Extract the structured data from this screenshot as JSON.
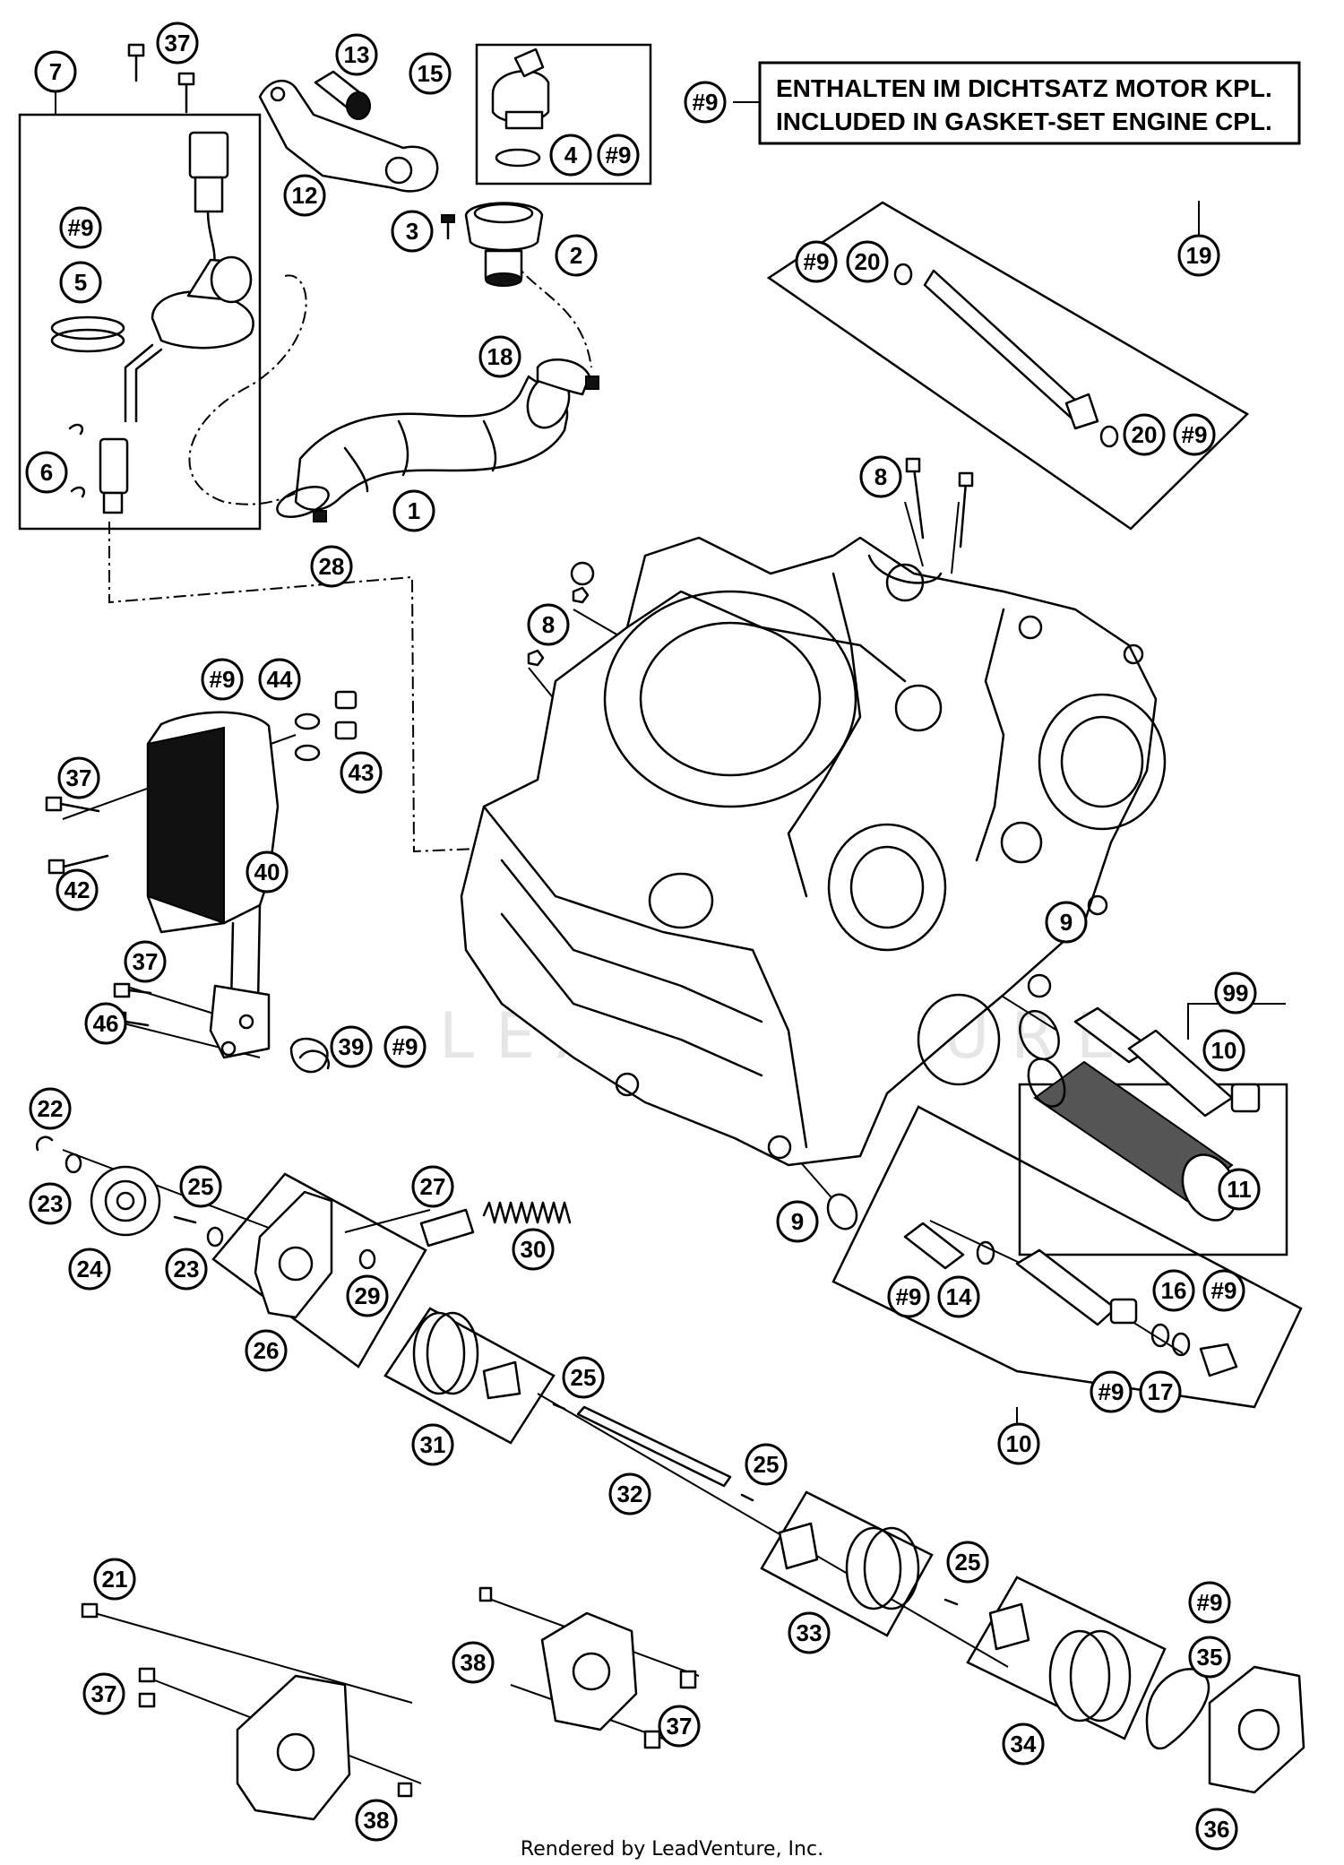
{
  "note": {
    "ref": "#9",
    "line1": "ENTHALTEN IM DICHTSATZ MOTOR KPL.",
    "line2": "INCLUDED IN GASKET-SET ENGINE CPL."
  },
  "footer": "Rendered by LeadVenture, Inc.",
  "watermark": "LEADVENTURE",
  "callouts": {
    "c1": "1",
    "c2": "2",
    "c3": "3",
    "c4": "4",
    "c4s": "#9",
    "c5": "5",
    "c6": "6",
    "c7": "7",
    "c7s": "#9",
    "c8a": "8",
    "c8b": "8",
    "c9a": "9",
    "c9b": "9",
    "c10a": "10",
    "c10b": "10",
    "c11": "11",
    "c12": "12",
    "c13": "13",
    "c14": "14",
    "c14s": "#9",
    "c15": "15",
    "c16": "16",
    "c16s": "#9",
    "c17": "17",
    "c17s": "#9",
    "c18": "18",
    "c19": "19",
    "c20a": "20",
    "c20as": "#9",
    "c20b": "20",
    "c20bs": "#9",
    "c21": "21",
    "c22": "22",
    "c23a": "23",
    "c23b": "23",
    "c24": "24",
    "c25a": "25",
    "c25b": "25",
    "c25c": "25",
    "c25d": "25",
    "c26": "26",
    "c27": "27",
    "c28": "28",
    "c29": "29",
    "c30": "30",
    "c31": "31",
    "c32": "32",
    "c33": "33",
    "c34": "34",
    "c35": "35",
    "c35s": "#9",
    "c36": "36",
    "c37a": "37",
    "c37b": "37",
    "c37c": "37",
    "c37d": "37",
    "c37e": "37",
    "c38a": "38",
    "c38b": "38",
    "c39": "39",
    "c39s": "#9",
    "c40": "40",
    "c42": "42",
    "c43": "43",
    "c44": "44",
    "c44s": "#9",
    "c46": "46",
    "c99": "99"
  }
}
